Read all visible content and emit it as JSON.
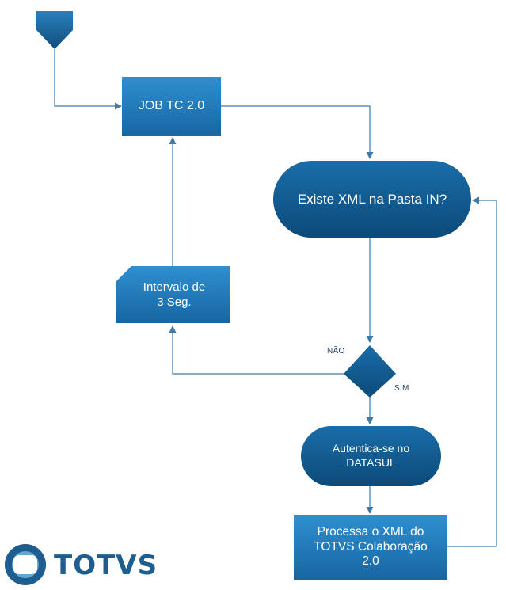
{
  "nodes": {
    "job": "JOB TC 2.0",
    "check_xml": "Existe XML na Pasta IN?",
    "interval": "Intervalo de\n3 Seg.",
    "authenticate": "Autentica-se no\nDATASUL",
    "process": "Processa o XML do\nTOTVS Colaboração\n2.0"
  },
  "edge_labels": {
    "no": "NÃO",
    "yes": "SIM"
  },
  "logo": {
    "text": "TOTVS"
  },
  "colors": {
    "node_fill": "#1b6ea8",
    "node_fill_light": "#2b88c6",
    "decision_fill": "#0e4a78",
    "arrow": "#3c7aaa",
    "logo": "#1d5d8f"
  }
}
